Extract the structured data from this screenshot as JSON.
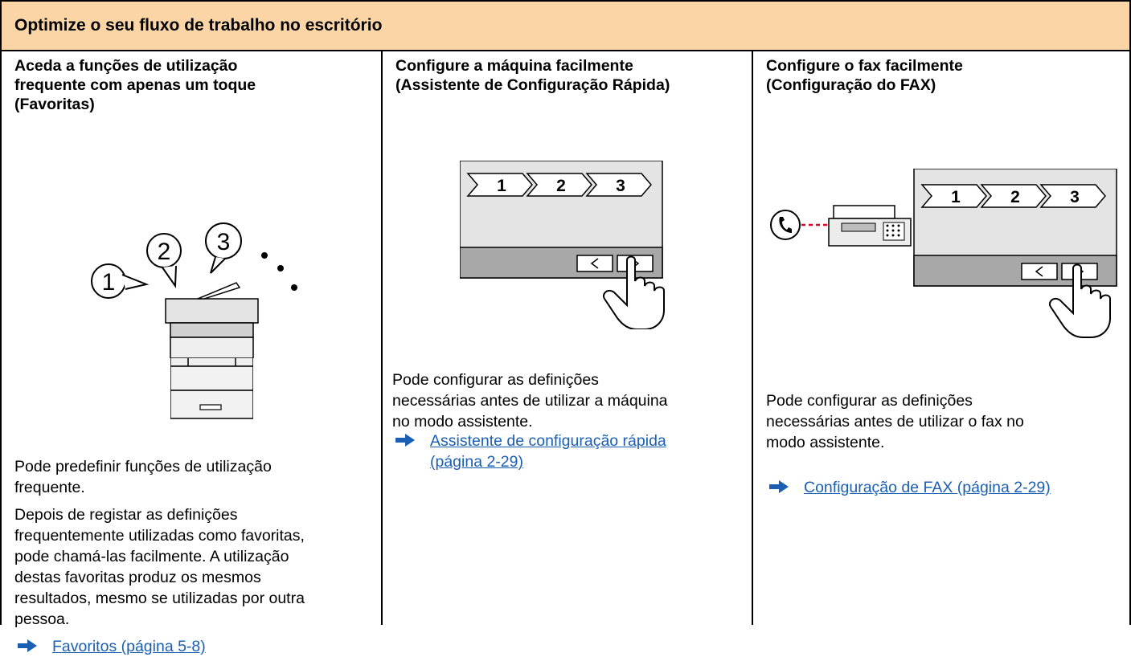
{
  "header": {
    "title": "Optimize o seu fluxo de trabalho no escritório"
  },
  "columns": [
    {
      "title_lines": [
        "Aceda a funções de utilização",
        "frequente com apenas um toque",
        "(Favoritas)"
      ],
      "paragraphs": [
        [
          "Pode predefinir funções de utilização",
          "frequente."
        ],
        [
          "Depois de registar as definições",
          "frequentemente utilizadas como favoritas,",
          "pode chamá-las facilmente. A utilização",
          "destas favoritas produz os mesmos",
          "resultados, mesmo se utilizadas por outra",
          "pessoa."
        ]
      ],
      "link_lines": [
        "Favoritos (página 5-8)"
      ],
      "illustration": {
        "badges": [
          "1",
          "2",
          "3"
        ]
      }
    },
    {
      "title_lines": [
        "Configure a máquina facilmente",
        "(Assistente de Configuração Rápida)"
      ],
      "paragraphs": [
        [
          "Pode configurar as definições",
          "necessárias antes de utilizar a máquina",
          "no modo assistente."
        ]
      ],
      "link_lines": [
        "Assistente de configuração rápida ",
        "(página 2-29)"
      ],
      "illustration": {
        "steps": [
          "1",
          "2",
          "3"
        ]
      }
    },
    {
      "title_lines": [
        "Configure o fax facilmente",
        "(Configuração do FAX)"
      ],
      "paragraphs": [
        [
          "Pode configurar as definições",
          "necessárias antes de utilizar o fax no",
          "modo assistente."
        ]
      ],
      "link_lines": [
        "Configuração de FAX (página 2-29)"
      ],
      "illustration": {
        "steps": [
          "1",
          "2",
          "3"
        ]
      }
    }
  ]
}
